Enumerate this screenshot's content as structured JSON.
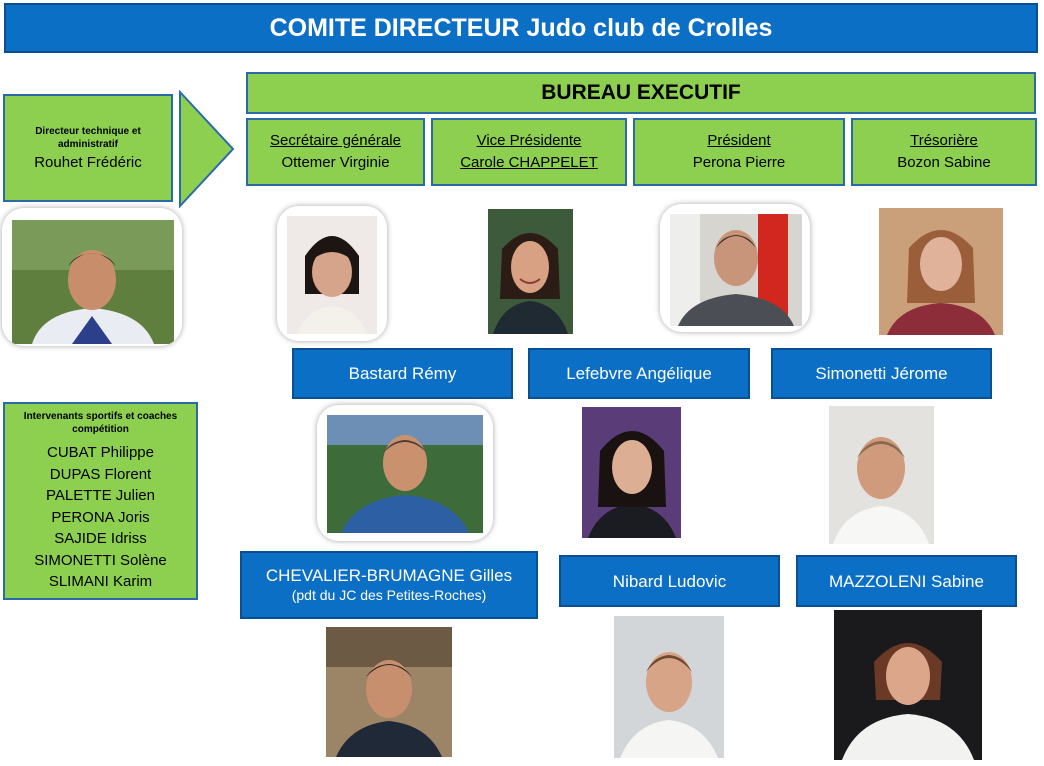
{
  "header": {
    "title": "COMITE DIRECTEUR Judo club de Crolles"
  },
  "bureau": {
    "title": "BUREAU EXECUTIF",
    "roles": [
      {
        "role": "Secrétaire générale",
        "name": "Ottemer Virginie"
      },
      {
        "role": "Vice Présidente",
        "name": "Carole CHAPPELET"
      },
      {
        "role": "Président",
        "name": "Perona Pierre"
      },
      {
        "role": "Trésorière ",
        "name": "Bozon Sabine"
      }
    ]
  },
  "director": {
    "title": "Directeur technique et administratif",
    "name": "Rouhet Frédéric"
  },
  "coaches": {
    "title": "Intervenants sportifs et coaches compétition",
    "members": [
      "CUBAT Philippe",
      "DUPAS Florent",
      "PALETTE Julien",
      "PERONA Joris",
      "SAJIDE Idriss",
      "SIMONETTI Solène",
      "SLIMANI Karim"
    ]
  },
  "members": {
    "row1": [
      "Bastard Rémy",
      "Lefebvre Angélique",
      "Simonetti Jérome"
    ],
    "row2": [
      {
        "name": "CHEVALIER-BRUMAGNE Gilles",
        "note": "(pdt du JC des Petites-Roches)"
      },
      {
        "name": "Nibard Ludovic"
      },
      {
        "name": "MAZZOLENI Sabine"
      }
    ]
  },
  "colors": {
    "header_blue": "#0b6fc6",
    "green": "#8dd04f"
  }
}
